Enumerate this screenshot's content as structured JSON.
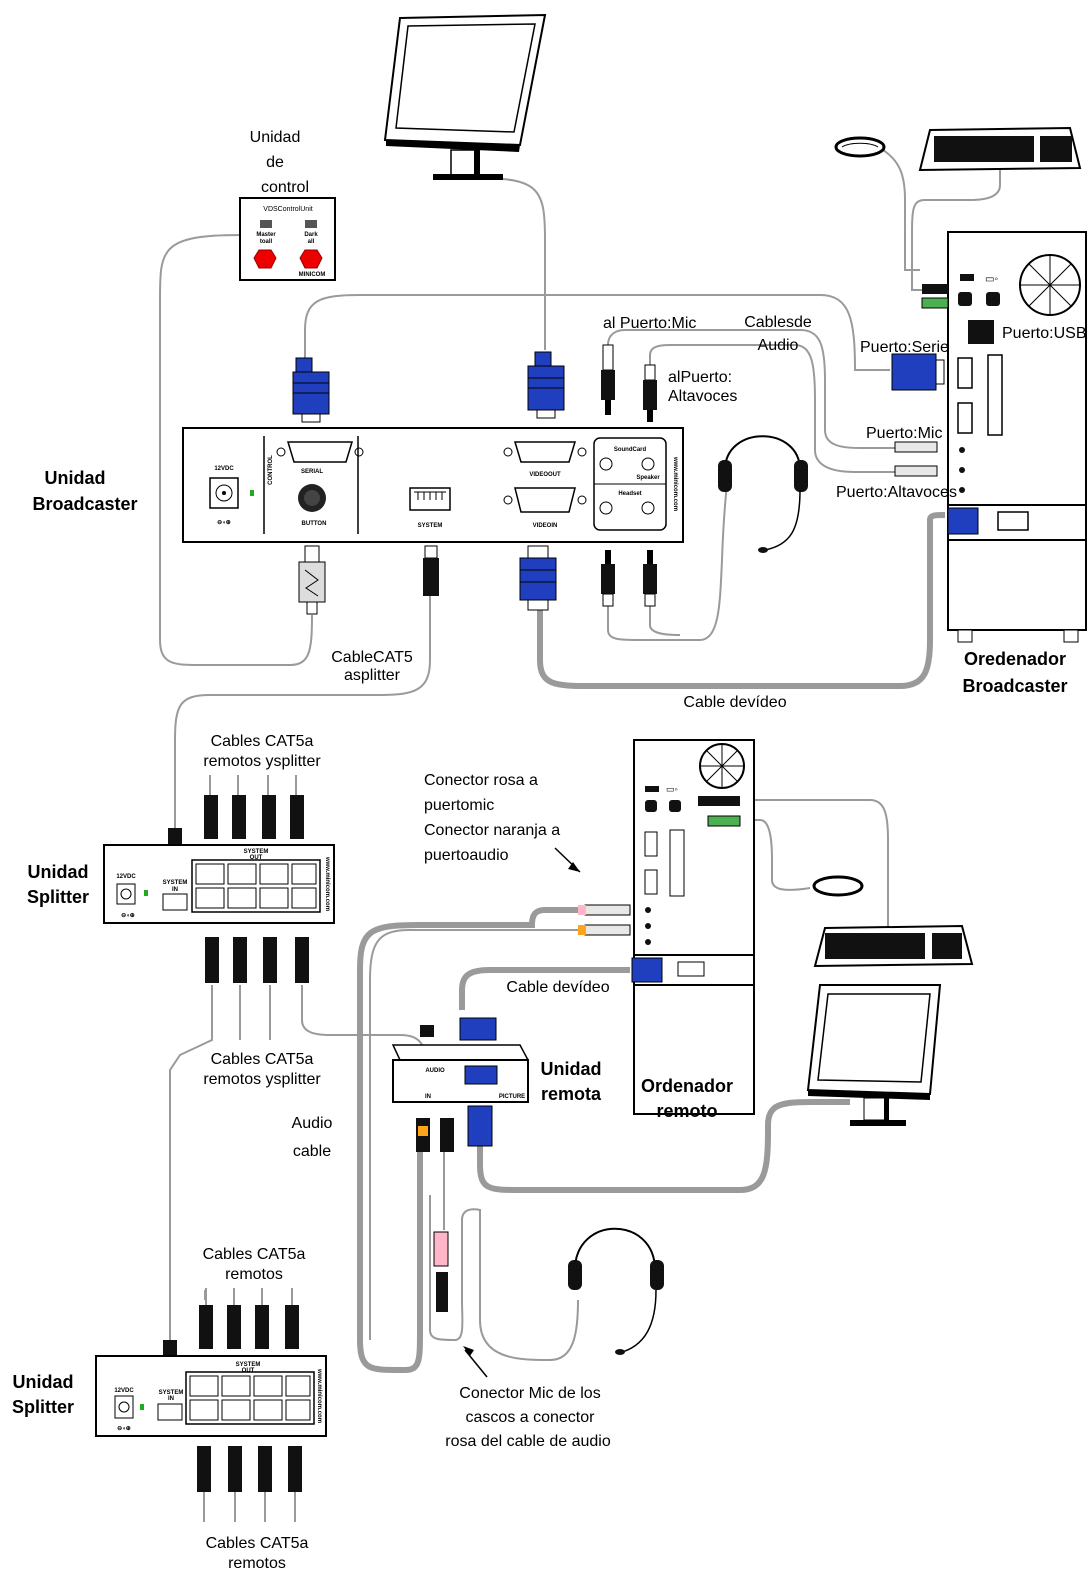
{
  "labels": {
    "control_unit": [
      "Unidad",
      "de",
      "control"
    ],
    "control_unit_panel": "VDSControlUnit",
    "control_master": [
      "Master",
      "toall"
    ],
    "control_dark": [
      "Dark",
      "all"
    ],
    "control_brand": "MINICOM",
    "broadcaster_unit": [
      "Unidad",
      "Broadcaster"
    ],
    "to_port_mic": "al Puerto:Mic",
    "audio_cables": [
      "Cablesde",
      "Audio"
    ],
    "to_port_speakers": [
      "alPuerto:",
      "Altavoces"
    ],
    "port_serial": "Puerto:Serie",
    "port_usb": "Puerto:USB",
    "port_mic": "Puerto:Mic",
    "port_speakers": "Puerto:Altavoces",
    "pc_broadcaster": [
      "Oredenador",
      "Broadcaster"
    ],
    "video_cable_1": "Cable devídeo",
    "cat5_to_splitter": [
      "CableCAT5",
      "asplitter"
    ],
    "cat5_remote_splitter_top": [
      "Cables CAT5a",
      "remotos ysplitter"
    ],
    "splitter_1": [
      "Unidad",
      "Splitter"
    ],
    "cat5_remote_splitter_bottom": [
      "Cables CAT5a",
      "remotos ysplitter"
    ],
    "connector_note": [
      "Conector rosa a",
      "puertomic",
      "Conector naranja a",
      "puertoaudio"
    ],
    "video_cable_2": "Cable devídeo",
    "remote_unit": [
      "Unidad",
      "remota"
    ],
    "pc_remote": [
      "Ordenador",
      "remoto"
    ],
    "audio_cable": [
      "Audio",
      "cable"
    ],
    "cat5_remote_top2": [
      "Cables CAT5a",
      "remotos"
    ],
    "splitter_2": [
      "Unidad",
      "Splitter"
    ],
    "headset_note": [
      "Conector Mic de los",
      "cascos  a  conector",
      "rosa del cable de audio"
    ],
    "cat5_remote_bottom2": [
      "Cables CAT5a",
      "remotos"
    ]
  },
  "panel": {
    "dc": "12VDC",
    "control": "CONTROL",
    "serial": "SERIAL",
    "button": "BUTTON",
    "system": "SYSTEM",
    "videoout": "VIDEOOUT",
    "videoin": "VIDEOIN",
    "soundcard": "SoundCard",
    "speaker": "Speaker",
    "headset": "Headset",
    "url": "www.minicom.com"
  },
  "splitter_panel": {
    "dc": "12VDC",
    "system_out": [
      "SYSTEM",
      "OUT"
    ],
    "system_in": [
      "SYSTEM",
      "IN"
    ],
    "url": "www.minicom.com"
  },
  "remote_panel": {
    "audio": "AUDIO",
    "in": "IN",
    "picture": "PICTURE"
  }
}
